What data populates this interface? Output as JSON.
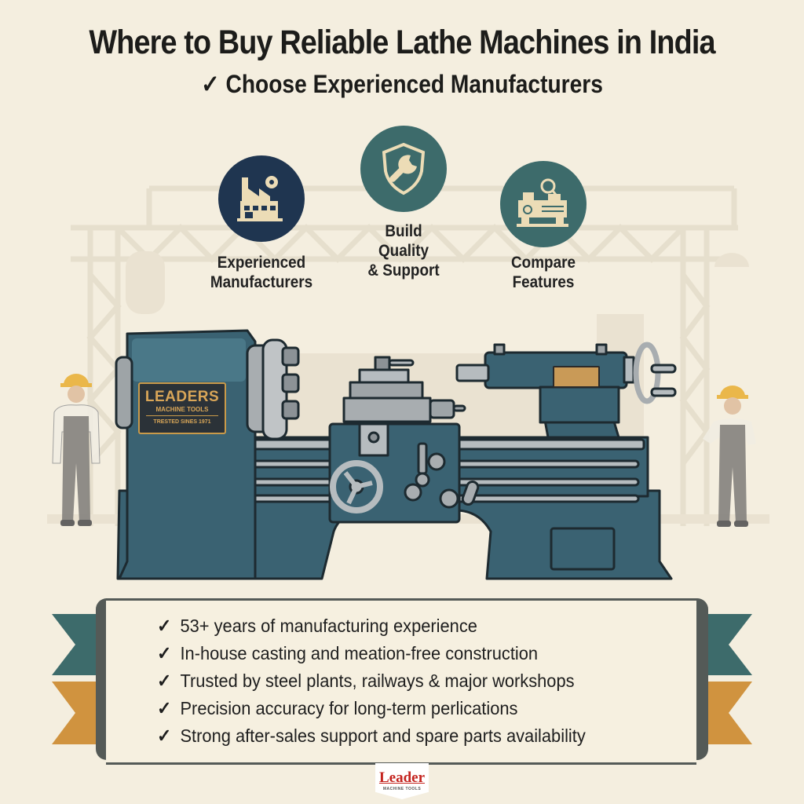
{
  "header": {
    "title": "Where to Buy Reliable Lathe Machines in India",
    "subtitle": "✓ Choose Experienced Manufacturers"
  },
  "features": [
    {
      "icon": "factory-gear-icon",
      "label_line1": "Experienced",
      "label_line2": "Manufacturers",
      "color": "#1f3550"
    },
    {
      "icon": "shield-wrench-icon",
      "label_line1": "Build",
      "label_line2": "Quality",
      "label_line3": "& Support",
      "color": "#3d6b6b"
    },
    {
      "icon": "lathe-magnifier-icon",
      "label_line1": "Compare",
      "label_line2": "Features",
      "color": "#3d6b6b"
    }
  ],
  "machine": {
    "nameplate": {
      "brand": "LEADERS",
      "subtitle": "MACHINE TOOLS",
      "tagline": "TRESTED SINES 1971"
    },
    "body_color": "#3a6272"
  },
  "benefits": {
    "items": [
      "53+ years of manufacturing experience",
      "In-house casting and meation-free construction",
      "Trusted by steel plants, railways & major workshops",
      "Precision accuracy for long-term perlications",
      "Strong after-sales support and spare parts availability"
    ],
    "check": "✓",
    "ribbon_colors": {
      "teal": "#3d6b6b",
      "gold": "#d0933f"
    }
  },
  "footer_logo": {
    "word": "Leader",
    "sub": "MACHINE TOOLS"
  }
}
